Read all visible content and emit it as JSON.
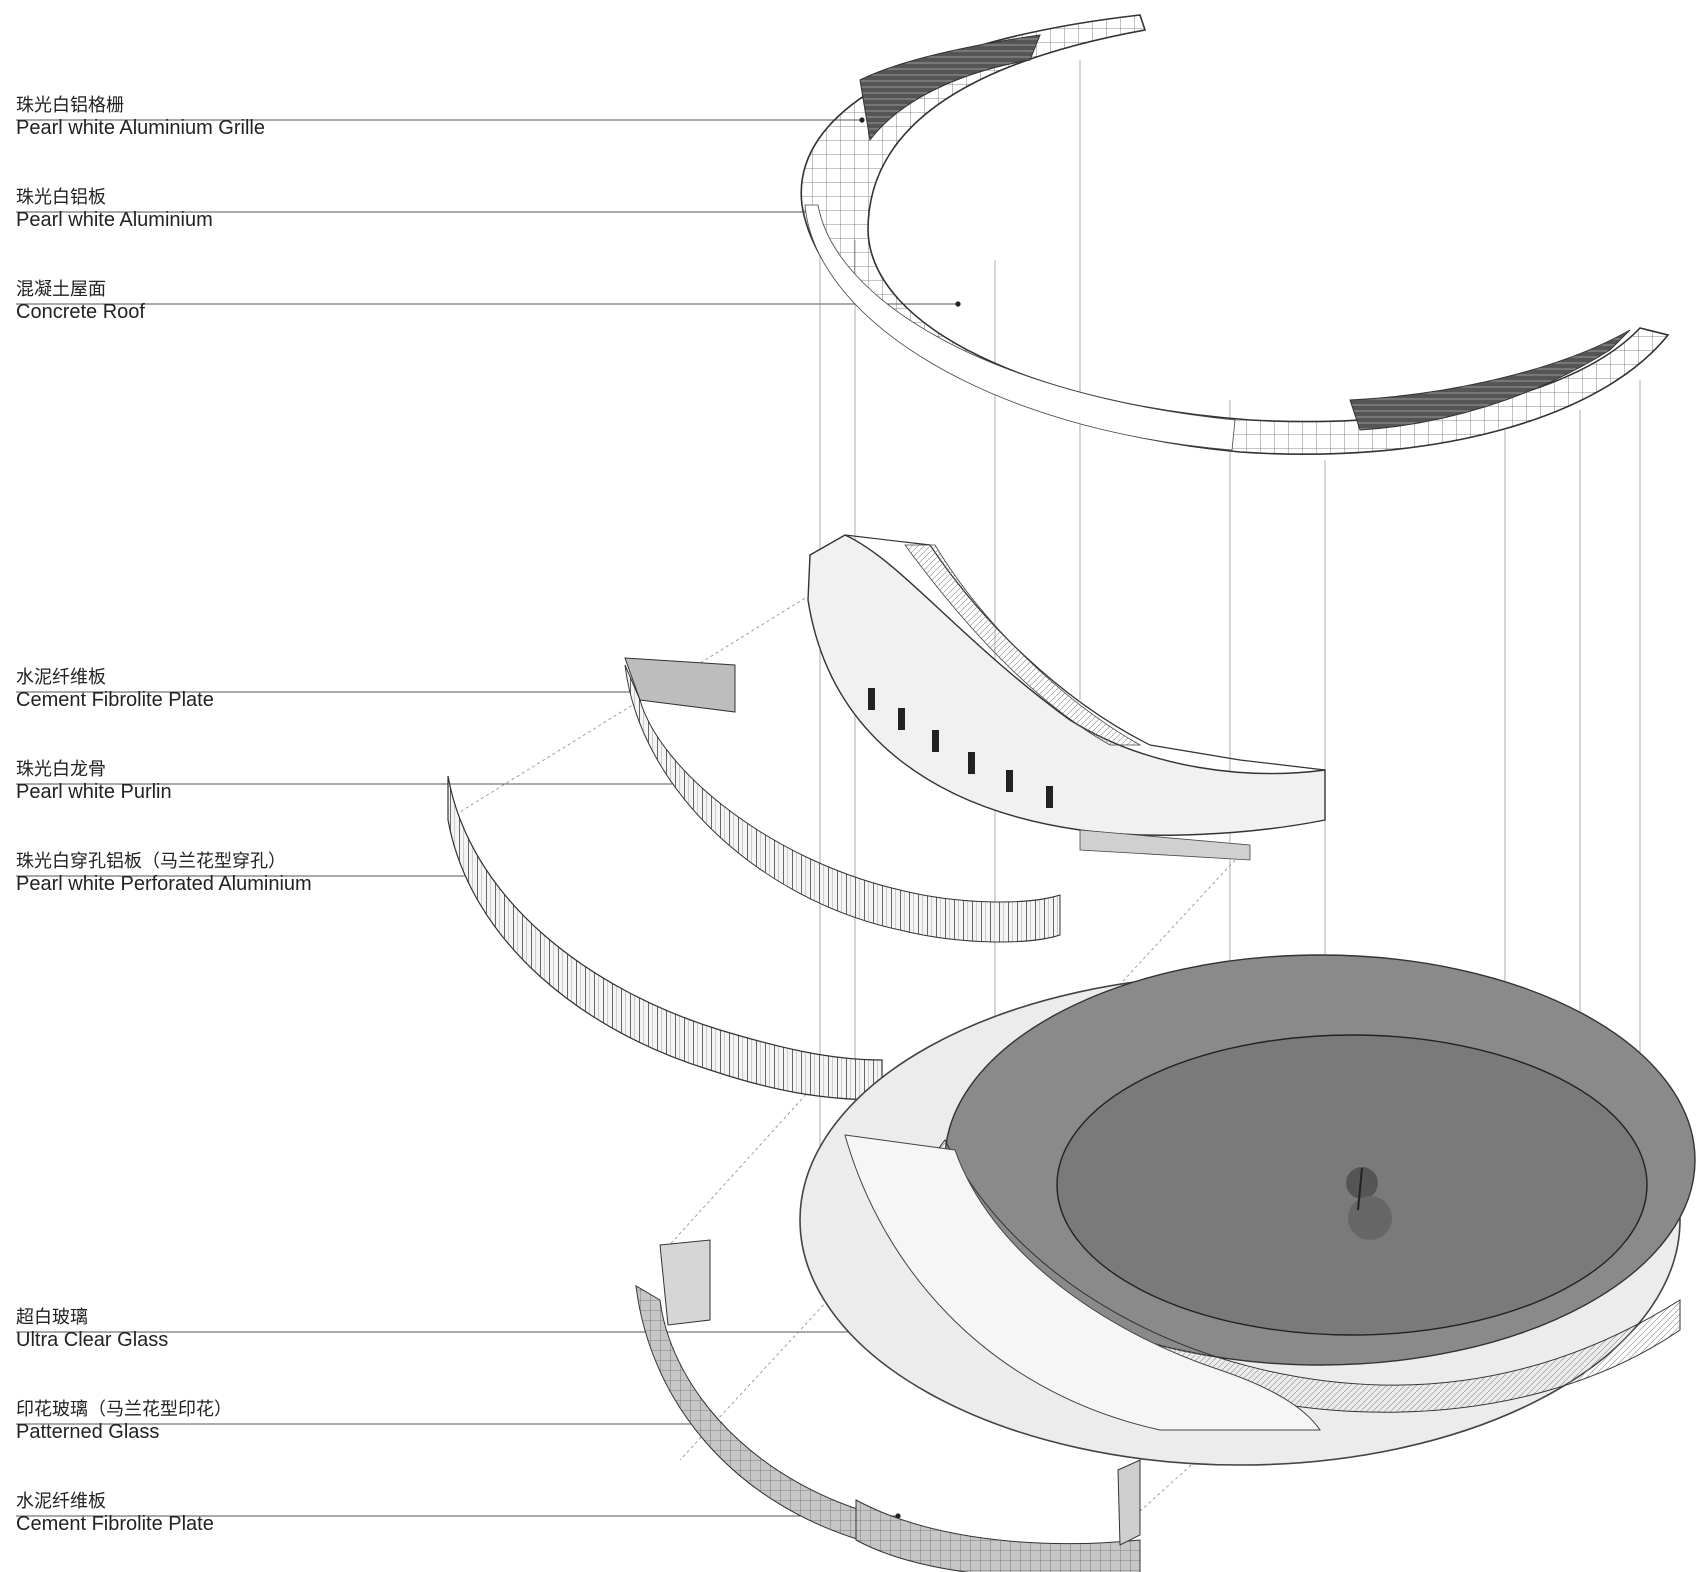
{
  "diagram": {
    "labels": [
      {
        "zh": "珠光白铝格栅",
        "en": "Pearl white Aluminium Grille"
      },
      {
        "zh": "珠光白铝板",
        "en": "Pearl white Aluminium"
      },
      {
        "zh": "混凝土屋面",
        "en": "Concrete Roof"
      },
      {
        "zh": "水泥纤维板",
        "en": "Cement Fibrolite Plate"
      },
      {
        "zh": "珠光白龙骨",
        "en": "Pearl white Purlin"
      },
      {
        "zh": "珠光白穿孔铝板（马兰花型穿孔）",
        "en": "Pearl white Perforated Aluminium"
      },
      {
        "zh": "超白玻璃",
        "en": "Ultra Clear Glass"
      },
      {
        "zh": "印花玻璃（马兰花型印花）",
        "en": "Patterned Glass"
      },
      {
        "zh": "水泥纤维板",
        "en": "Cement Fibrolite Plate"
      }
    ]
  },
  "colors": {
    "line": "#555555",
    "text": "#222222",
    "dark_fill": "#7a7a7a",
    "mid_fill": "#a8a8a8",
    "light_fill": "#e6e6e6"
  }
}
